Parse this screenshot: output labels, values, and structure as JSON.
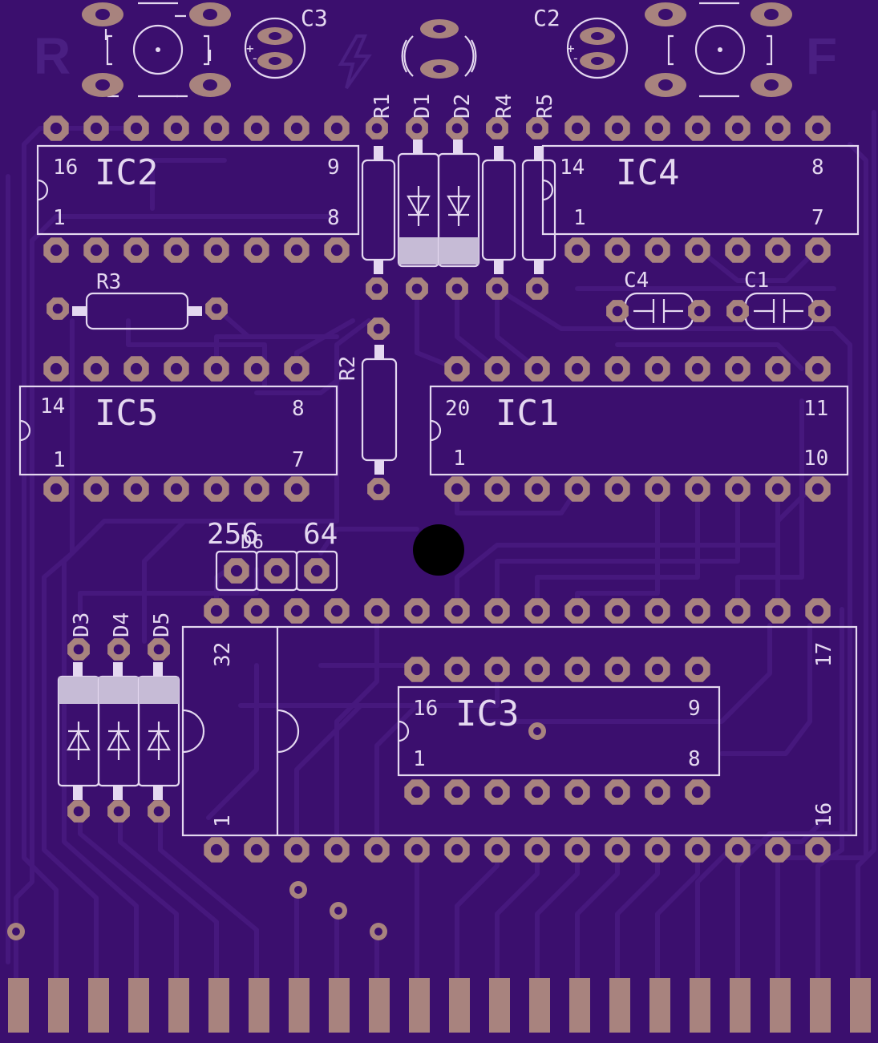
{
  "colors": {
    "board": "#3b0f6e",
    "trace": "#46187d",
    "silkscreen": "#e4d8f0",
    "pad": "#a8837e",
    "corner_letters": "#4a1f82"
  },
  "corner_labels": {
    "left": "R",
    "right": "F"
  },
  "labels": {
    "c3": "C3",
    "c2": "C2",
    "r1": "R1",
    "d1": "D1",
    "d2": "D2",
    "r4": "R4",
    "r5": "R5",
    "r3": "R3",
    "c4": "C4",
    "c1": "C1",
    "r2": "R2",
    "d3": "D3",
    "d4": "D4",
    "d5": "D5",
    "d6": "D6",
    "j_256": "256",
    "j_64": "64"
  },
  "chips": {
    "ic2": {
      "name": "IC2",
      "pin_tl": "16",
      "pin_tr": "9",
      "pin_bl": "1",
      "pin_br": "8"
    },
    "ic4": {
      "name": "IC4",
      "pin_tl": "14",
      "pin_tr": "8",
      "pin_bl": "1",
      "pin_br": "7"
    },
    "ic5": {
      "name": "IC5",
      "pin_tl": "14",
      "pin_tr": "8",
      "pin_bl": "1",
      "pin_br": "7"
    },
    "ic1": {
      "name": "IC1",
      "pin_tl": "20",
      "pin_tr": "11",
      "pin_bl": "1",
      "pin_br": "10"
    },
    "ic3": {
      "name": "IC3",
      "pin_tl": "16",
      "pin_tr": "9",
      "pin_bl": "1",
      "pin_br": "8"
    },
    "socket": {
      "pin_tl": "32",
      "pin_tr": "17",
      "pin_bl": "1",
      "pin_br": "16"
    }
  }
}
